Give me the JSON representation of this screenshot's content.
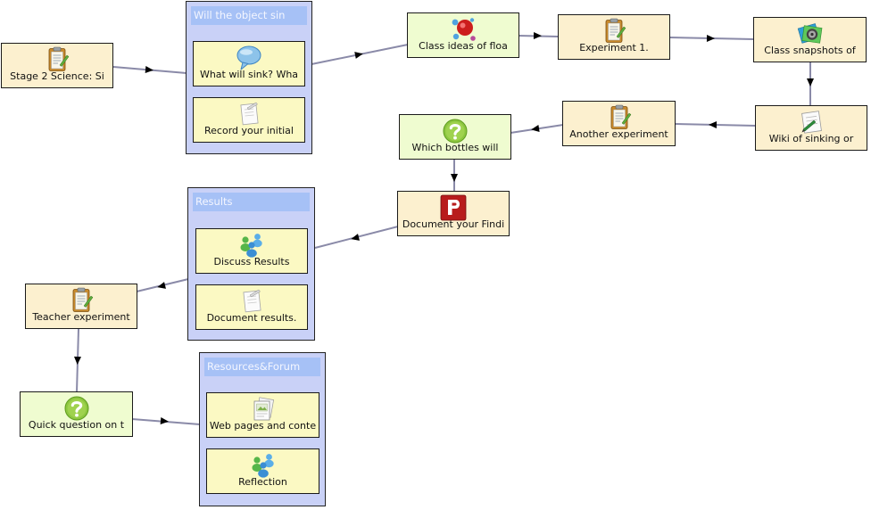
{
  "nodes": {
    "stage2": {
      "label": "Stage 2 Science: Si",
      "icon": "clipboard-icon"
    },
    "class_ideas": {
      "label": "Class ideas of floa",
      "icon": "bubble-ideas-icon"
    },
    "experiment1": {
      "label": "Experiment 1.",
      "icon": "clipboard-icon"
    },
    "class_snapshots": {
      "label": "Class snapshots of",
      "icon": "photo-gallery-icon"
    },
    "wiki": {
      "label": "Wiki of sinking or",
      "icon": "notebook-pen-icon"
    },
    "another_experiment": {
      "label": "Another experiment",
      "icon": "clipboard-icon"
    },
    "which_bottles": {
      "label": "Which bottles will",
      "icon": "question-icon"
    },
    "document_findings": {
      "label": "Document your Findi",
      "icon": "p-letter-icon"
    },
    "teacher_experiment": {
      "label": "Teacher experiment",
      "icon": "clipboard-icon"
    },
    "quick_question": {
      "label": "Quick question on t",
      "icon": "question-icon"
    }
  },
  "groups": {
    "will_object_sink": {
      "title": "Will the object sin",
      "items": [
        {
          "label": "What will sink? Wha",
          "icon": "speech-bubble-icon"
        },
        {
          "label": "Record your initial",
          "icon": "document-pen-icon"
        }
      ]
    },
    "results": {
      "title": "Results",
      "items": [
        {
          "label": "Discuss Results",
          "icon": "people-forum-icon"
        },
        {
          "label": "Document results.",
          "icon": "document-pen-icon"
        }
      ]
    },
    "resources_forum": {
      "title": "Resources&Forum",
      "items": [
        {
          "label": "Web pages and conte",
          "icon": "web-pages-icon"
        },
        {
          "label": "Reflection",
          "icon": "people-forum-icon"
        }
      ]
    }
  },
  "colors": {
    "activity_fill": "#fcf0cf",
    "gate_fill": "#effcd0",
    "group_fill": "#c9d1f7",
    "group_title": "#a6c1f6",
    "group_item_fill": "#fbf9c3",
    "connector": "#8a8aa8",
    "arrowhead": "#000000"
  }
}
